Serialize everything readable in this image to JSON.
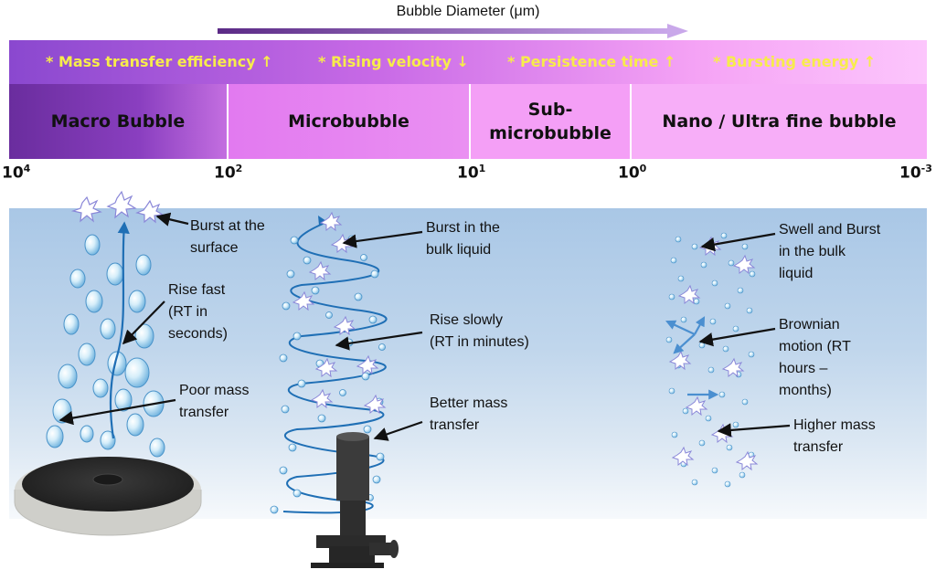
{
  "axis": {
    "title": "Bubble Diameter (μm)"
  },
  "properties": [
    "* Mass transfer efficiency ↑",
    "* Rising velocity ↓",
    "* Persistence time ↑",
    "* Bursting energy ↑"
  ],
  "categories": {
    "macro": "Macro Bubble",
    "micro": "Microbubble",
    "submicro_line1": "Sub-",
    "submicro_line2": "microbubble",
    "nano": "Nano / Ultra fine bubble"
  },
  "ticks": [
    {
      "base": "10",
      "exp": "4"
    },
    {
      "base": "10",
      "exp": "2"
    },
    {
      "base": "10",
      "exp": "1"
    },
    {
      "base": "10",
      "exp": "0"
    },
    {
      "base": "10",
      "exp": "-3"
    }
  ],
  "labels": {
    "macro": {
      "burst_l1": "Burst at the",
      "burst_l2": "surface",
      "rise_l1": "Rise fast",
      "rise_l2": "(RT in",
      "rise_l3": "seconds)",
      "mass_l1": "Poor mass",
      "mass_l2": "transfer"
    },
    "micro": {
      "burst_l1": "Burst in the",
      "burst_l2": "bulk liquid",
      "rise_l1": "Rise slowly",
      "rise_l2": "(RT in minutes)",
      "mass_l1": "Better mass",
      "mass_l2": "transfer"
    },
    "nano": {
      "swell_l1": "Swell and Burst",
      "swell_l2": "in the bulk",
      "swell_l3": "liquid",
      "brown_l1": "Brownian",
      "brown_l2": "motion (RT",
      "brown_l3": "hours –",
      "brown_l4": "months)",
      "mass_l1": "Higher mass",
      "mass_l2": "transfer"
    }
  },
  "colors": {
    "property_text": "#f7ec4b",
    "bubble_fill": "#bfe4f6",
    "path_line": "#1f6fb5",
    "diffuser": "#2a2a2a",
    "burst_star": "#8a87d8"
  }
}
